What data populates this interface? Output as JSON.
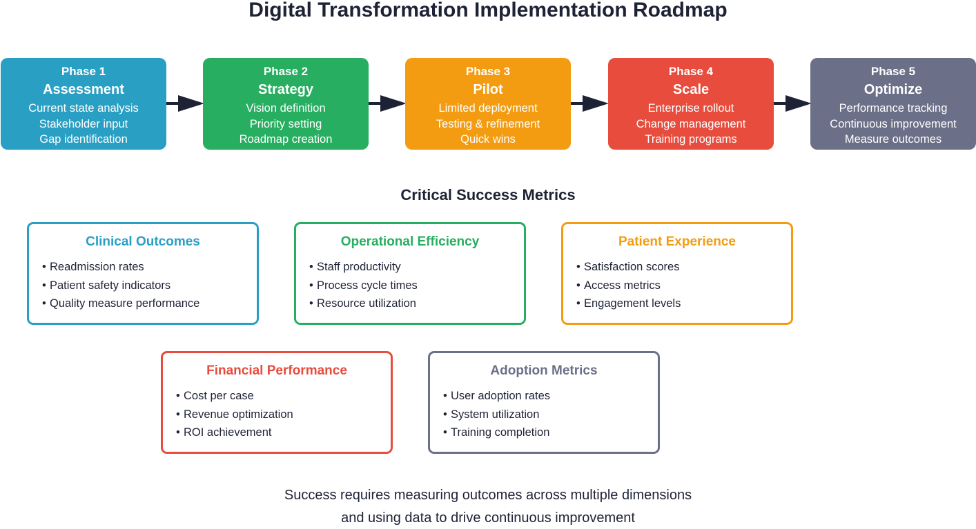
{
  "title": "Digital Transformation Implementation Roadmap",
  "phases": [
    {
      "number": "Phase 1",
      "name": "Assessment",
      "color": "#2a9fc4",
      "items": [
        "Current state analysis",
        "Stakeholder input",
        "Gap identification"
      ]
    },
    {
      "number": "Phase 2",
      "name": "Strategy",
      "color": "#27ae60",
      "items": [
        "Vision definition",
        "Priority setting",
        "Roadmap creation"
      ]
    },
    {
      "number": "Phase 3",
      "name": "Pilot",
      "color": "#f39c12",
      "items": [
        "Limited deployment",
        "Testing & refinement",
        "Quick wins"
      ]
    },
    {
      "number": "Phase 4",
      "name": "Scale",
      "color": "#e74c3c",
      "items": [
        "Enterprise rollout",
        "Change management",
        "Training programs"
      ]
    },
    {
      "number": "Phase 5",
      "name": "Optimize",
      "color": "#6b6f87",
      "items": [
        "Performance tracking",
        "Continuous improvement",
        "Measure outcomes"
      ]
    }
  ],
  "metrics_heading": "Critical Success Metrics",
  "metrics": [
    {
      "title": "Clinical Outcomes",
      "color": "#2a9fc4",
      "items": [
        "Readmission rates",
        "Patient safety indicators",
        "Quality measure performance"
      ]
    },
    {
      "title": "Operational Efficiency",
      "color": "#27ae60",
      "items": [
        "Staff productivity",
        "Process cycle times",
        "Resource utilization"
      ]
    },
    {
      "title": "Patient Experience",
      "color": "#f39c12",
      "items": [
        "Satisfaction scores",
        "Access metrics",
        "Engagement levels"
      ]
    },
    {
      "title": "Financial Performance",
      "color": "#e74c3c",
      "items": [
        "Cost per case",
        "Revenue optimization",
        "ROI achievement"
      ]
    },
    {
      "title": "Adoption Metrics",
      "color": "#6b6f87",
      "items": [
        "User adoption rates",
        "System utilization",
        "Training completion"
      ]
    }
  ],
  "bullet_char": "•",
  "footer": {
    "line1": "Success requires measuring outcomes across multiple dimensions",
    "line2": "and using data to drive continuous improvement"
  },
  "arrow_color": "#1e2235"
}
